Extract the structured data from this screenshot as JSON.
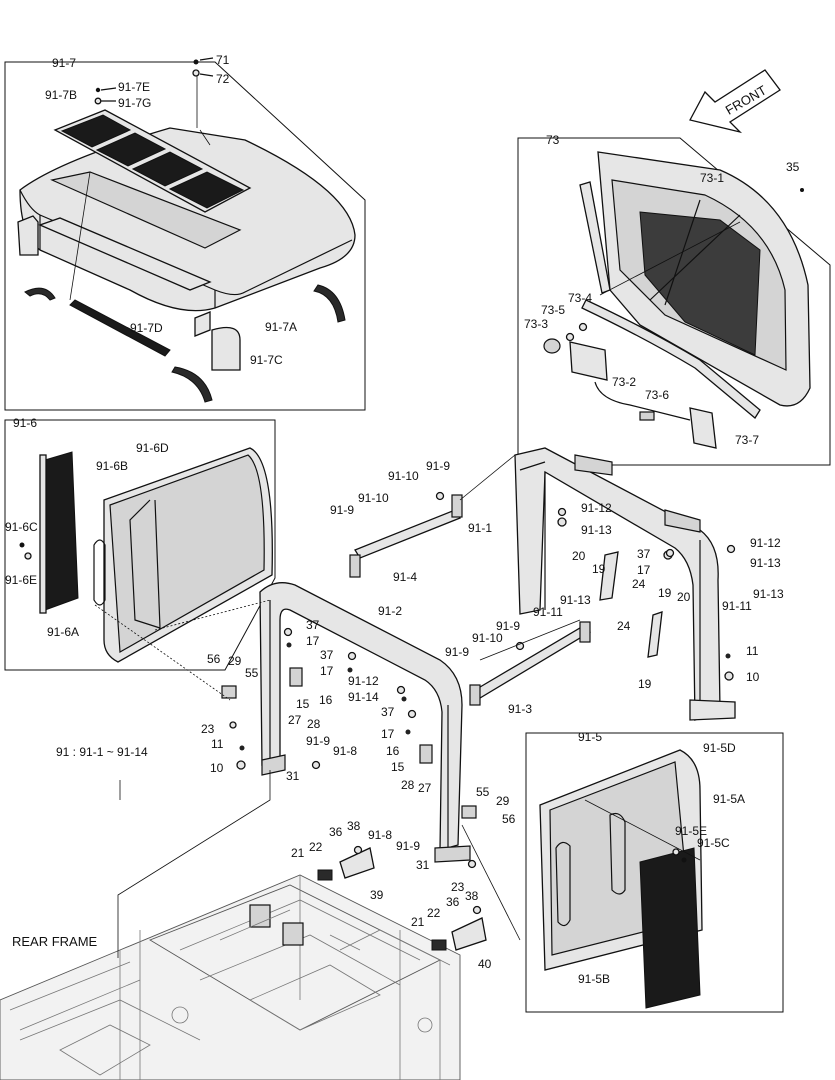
{
  "boxes": {
    "b917": "91-7",
    "b916": "91-6",
    "b73": "73",
    "b915": "91-5"
  },
  "labels": {
    "l71": "71",
    "l72": "72",
    "l917e": "91-7E",
    "l917b": "91-7B",
    "l917g": "91-7G",
    "l917d": "91-7D",
    "l917a": "91-7A",
    "l917c": "91-7C",
    "l731": "73-1",
    "l35": "35",
    "l734": "73-4",
    "l735": "73-5",
    "l733": "73-3",
    "l732": "73-2",
    "l736": "73-6",
    "l737": "73-7",
    "l916d": "91-6D",
    "l916b": "91-6B",
    "l916c": "91-6C",
    "l916e": "91-6E",
    "l916a": "91-6A",
    "l9110a": "91-10",
    "l919a": "91-9",
    "l9110b": "91-10",
    "l919b": "91-9",
    "l911": "91-1",
    "l9112a": "91-12",
    "l9113a": "91-13",
    "l914": "91-4",
    "l20a": "20",
    "l37a": "37",
    "l17a": "17",
    "l19a": "19",
    "l24a": "24",
    "l9113b": "91-13",
    "l9111a": "91-11",
    "l9112b": "91-12",
    "l9113c": "91-13",
    "l9111b": "91-11",
    "l9113d": "91-13",
    "l19b": "19",
    "l20b": "20",
    "l24b": "24",
    "l19c": "19",
    "l11a": "11",
    "l10a": "10",
    "l912": "91-2",
    "l37b": "37",
    "l17b": "17",
    "l919c": "91-9",
    "l9110c": "91-10",
    "l919d": "91-9",
    "l37c": "37",
    "l17c": "17",
    "l9112c": "91-12",
    "l9114": "91-14",
    "l913": "91-3",
    "l37d": "37",
    "l17d": "17",
    "l16a": "16",
    "l15a": "15",
    "l56a": "56",
    "l29a": "29",
    "l55a": "55",
    "l16b": "16",
    "l15b": "15",
    "l23a": "23",
    "l27a": "27",
    "l28a": "28",
    "l11b": "11",
    "l919e": "91-9",
    "l918a": "91-8",
    "l10b": "10",
    "l31a": "31",
    "l28b": "28",
    "l27b": "27",
    "l55b": "55",
    "l29b": "29",
    "l56b": "56",
    "l918b": "91-8",
    "l919f": "91-9",
    "l31b": "31",
    "l36a": "36",
    "l38a": "38",
    "l21a": "21",
    "l22a": "22",
    "l39": "39",
    "l23b": "23",
    "l38b": "38",
    "l36b": "36",
    "l21b": "21",
    "l22b": "22",
    "l40": "40",
    "l915d": "91-5D",
    "l915a": "91-5A",
    "l915e": "91-5E",
    "l915c": "91-5C",
    "l915b": "91-5B"
  },
  "notes": {
    "range": "91 : 91-1 ~ 91-14",
    "rear_frame": "REAR FRAME",
    "front": "FRONT"
  }
}
